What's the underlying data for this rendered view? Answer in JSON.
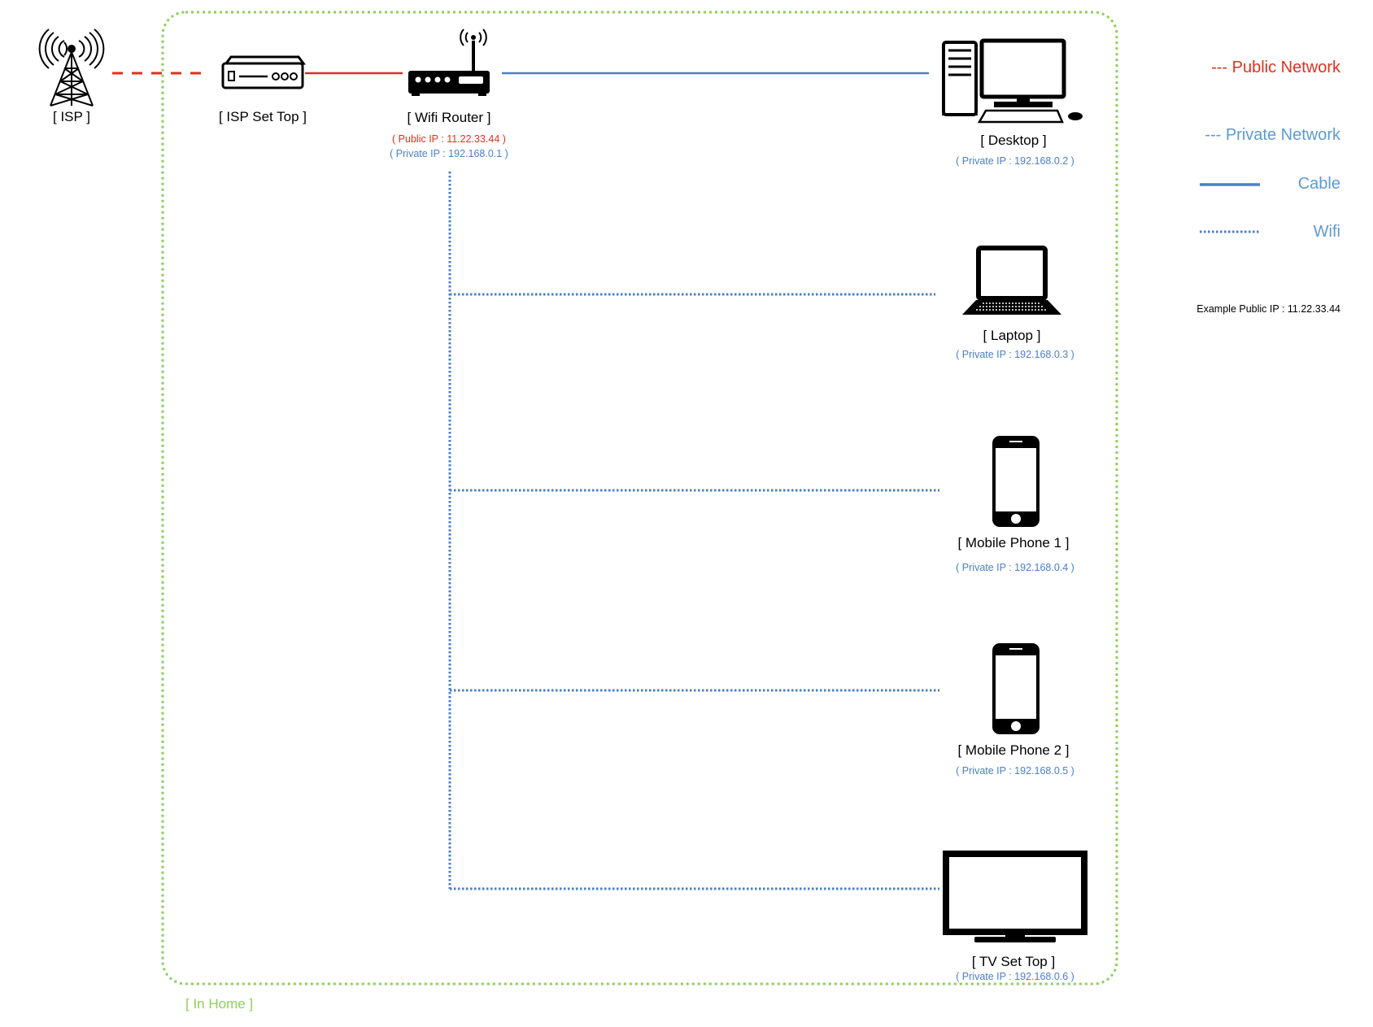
{
  "colors": {
    "home_boundary": "#8ccf5a",
    "public": "#e0301e",
    "private": "#4a7fc8",
    "icon": "#000000"
  },
  "devices": {
    "isp": {
      "label": "[ ISP ]",
      "icon": "radio-tower-icon"
    },
    "isp_settop": {
      "label": "[ ISP Set Top ]",
      "icon": "modem-icon"
    },
    "router": {
      "label": "[ Wifi Router ]",
      "icon": "router-icon",
      "public_ip": "( Public IP : 11.22.33.44 )",
      "private_ip": "( Private IP : 192.168.0.1 )"
    },
    "desktop": {
      "label": "[ Desktop ]",
      "icon": "desktop-computer-icon",
      "private_ip": "( Private IP : 192.168.0.2 )"
    },
    "laptop": {
      "label": "[ Laptop ]",
      "icon": "laptop-icon",
      "private_ip": "( Private IP : 192.168.0.3 )"
    },
    "phone1": {
      "label": "[ Mobile Phone 1 ]",
      "icon": "smartphone-icon",
      "private_ip": "( Private IP : 192.168.0.4 )"
    },
    "phone2": {
      "label": "[ Mobile Phone 2 ]",
      "icon": "smartphone-icon",
      "private_ip": "( Private IP : 192.168.0.5 )"
    },
    "tv": {
      "label": "[ TV Set Top ]",
      "icon": "television-icon",
      "private_ip": "( Private IP : 192.168.0.6 )"
    }
  },
  "home_label": "[ In Home ]",
  "legend": {
    "public": "--- Public Network",
    "private": "--- Private Network",
    "cable": "Cable",
    "wifi": "Wifi"
  },
  "example": "Example Public IP : 11.22.33.44"
}
